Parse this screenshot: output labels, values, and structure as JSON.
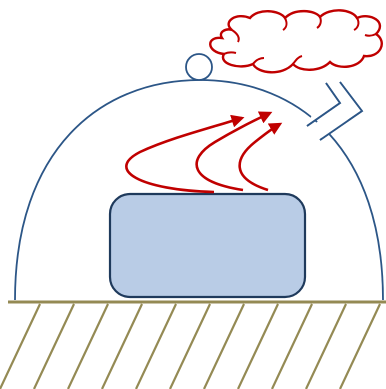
{
  "diagram": {
    "description_elements": [
      "dome-cover",
      "knob",
      "vent-chimney",
      "steam-cloud",
      "heat-arrows",
      "heated-block",
      "ground-surface",
      "ground-hatching"
    ],
    "colors": {
      "outline": "#2c5687",
      "block_fill": "#b9cce6",
      "block_stroke": "#1f3a5c",
      "arrow": "#c00000",
      "cloud": "#c00000",
      "ground": "#948a54",
      "background": "#ffffff"
    },
    "heat_arrow_count": 3,
    "hatch_count": 11
  }
}
